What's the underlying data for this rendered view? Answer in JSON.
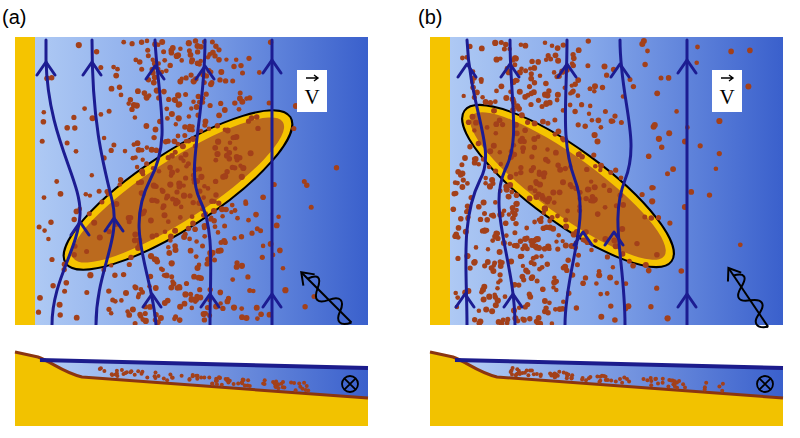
{
  "diagram": {
    "nodes": [
      {
        "text": [
          "V"
        ]
      },
      {
        "text": [
          "V"
        ]
      }
    ],
    "labels": [
      "(a)",
      "(b)"
    ]
  }
}
